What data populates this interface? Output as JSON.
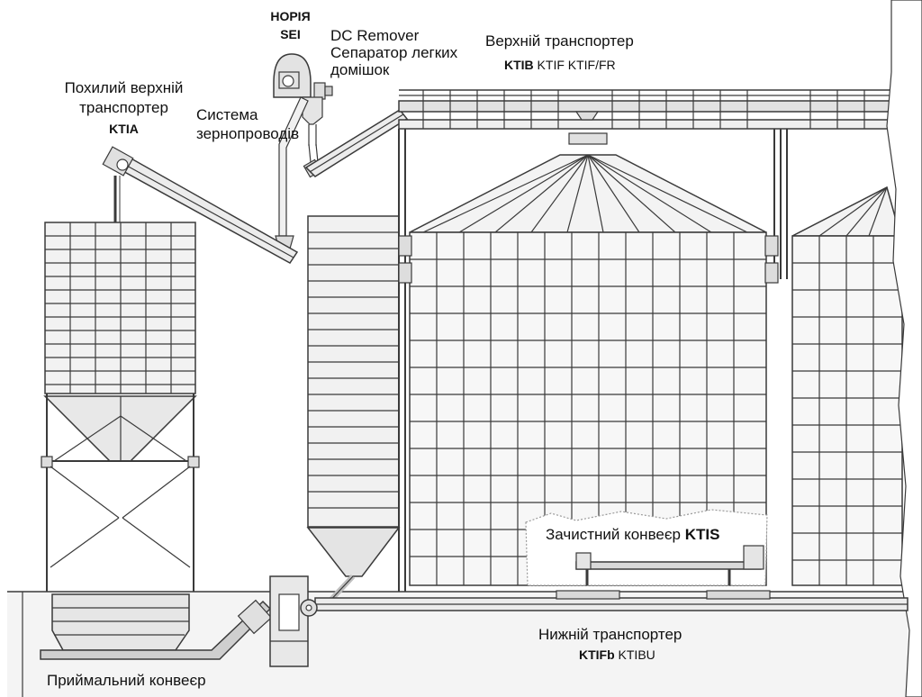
{
  "labels": {
    "elevator_title": "НОРІЯ",
    "elevator_code": "SEI",
    "remover_name": "DC Remover",
    "remover_desc_1": "Сепаратор легких",
    "remover_desc_2": "домішок",
    "top_conveyor_name": "Верхній транспортер",
    "top_conveyor_code_main": "KTIB",
    "top_conveyor_code_alt": " KTIF KTIF/FR",
    "incline_conveyor_1": "Похилий верхній",
    "incline_conveyor_2": "транспортер",
    "incline_conveyor_code": "KTIA",
    "pipe_system_1": "Система",
    "pipe_system_2": "зернопроводів",
    "sweep_conveyor_name": "Зачистний конвеєр ",
    "sweep_conveyor_code": "KTIS",
    "bottom_conveyor_name": "Нижній транспортер",
    "bottom_conveyor_code_main": "KTIFb",
    "bottom_conveyor_code_alt": " KTIBU",
    "intake_conveyor_name": "Приймальний конвеєр"
  },
  "colors": {
    "line": "#3a3a3a",
    "fill_light": "#f2f2f2",
    "fill_mid": "#d9d9d9",
    "ground": "#f4f4f4"
  }
}
